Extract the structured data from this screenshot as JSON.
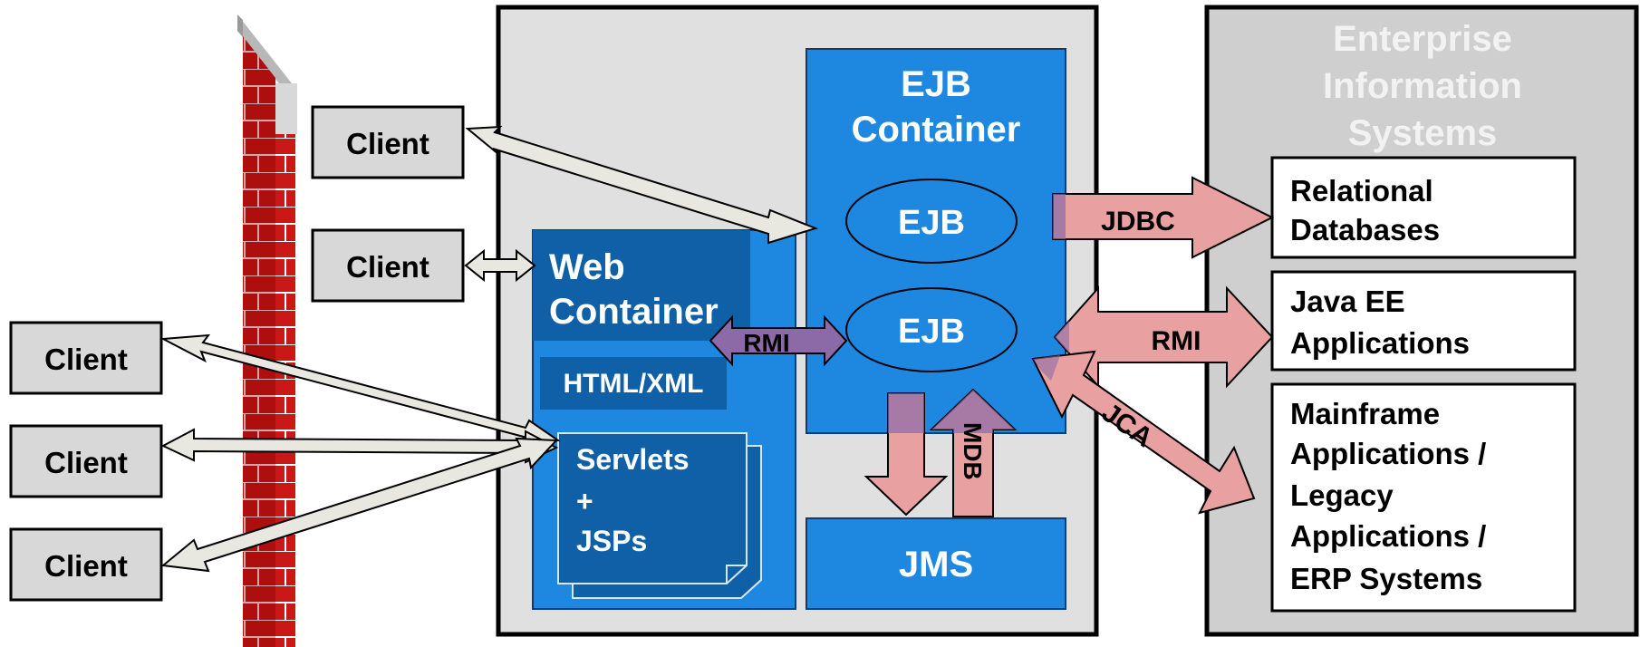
{
  "clients": {
    "client_1": "Client",
    "client_2": "Client",
    "client_3": "Client",
    "client_4": "Client",
    "client_5": "Client"
  },
  "web_container": {
    "title_line1": "Web",
    "title_line2": "Container",
    "html_xml": "HTML/XML",
    "servlets_line1": "Servlets",
    "servlets_line2": "+",
    "servlets_line3": "JSPs"
  },
  "ejb_container": {
    "title_line1": "EJB",
    "title_line2": "Container",
    "ejb_1": "EJB",
    "ejb_2": "EJB",
    "jms": "JMS"
  },
  "connectors": {
    "rmi_web_ejb": "RMI",
    "jdbc": "JDBC",
    "rmi_javaee": "RMI",
    "jca": "JCA",
    "mdb": "MDB"
  },
  "eis": {
    "title_line1": "Enterprise",
    "title_line2": "Information",
    "title_line3": "Systems",
    "relational_line1": "Relational",
    "relational_line2": "Databases",
    "javaee_line1": "Java EE",
    "javaee_line2": "Applications",
    "mainframe_line1": "Mainframe",
    "mainframe_line2": "Applications /",
    "mainframe_line3": "Legacy",
    "mainframe_line4": "Applications /",
    "mainframe_line5": "ERP Systems"
  },
  "colors": {
    "server_bg": "#e0e0e0",
    "container_blue": "#1e88e0",
    "dark_blue": "#1060a8",
    "eis_bg": "#cfcfcf",
    "pink_arrow": "#e8a0a0",
    "purple_arrow": "#8c6aa8",
    "firewall_red": "#d01818",
    "client_gray": "#cccccc"
  }
}
